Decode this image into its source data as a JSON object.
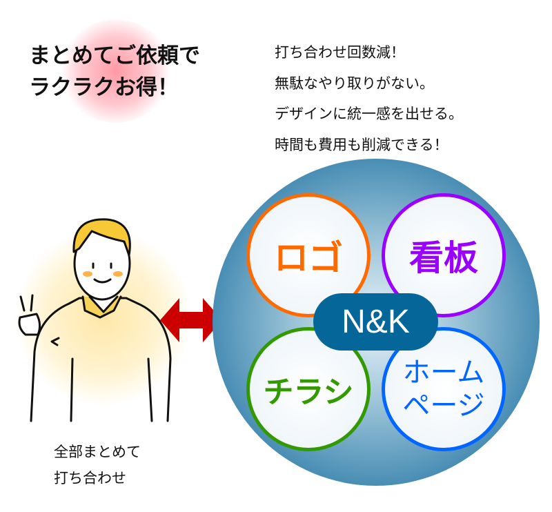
{
  "headline": {
    "line1": "まとめてご依頼で",
    "line2": "ラクラクお得！"
  },
  "benefits": [
    "打ち合わせ回数減！",
    "無駄なやり取りがない。",
    "デザインに統一感を出せる。",
    "時間も費用も削減できる！"
  ],
  "caption": {
    "line1": "全部まとめて",
    "line2": "打ち合わせ"
  },
  "center_label": "N&K",
  "services": [
    {
      "label": "ロゴ",
      "color": "#ff6a00"
    },
    {
      "label": "看板",
      "color": "#9900ff"
    },
    {
      "label": "チラシ",
      "color": "#339900"
    },
    {
      "label": "ホーム",
      "label2": "ページ",
      "color": "#0066ff"
    }
  ],
  "colors": {
    "arrow": "#cc0000",
    "center": "#05669a"
  }
}
